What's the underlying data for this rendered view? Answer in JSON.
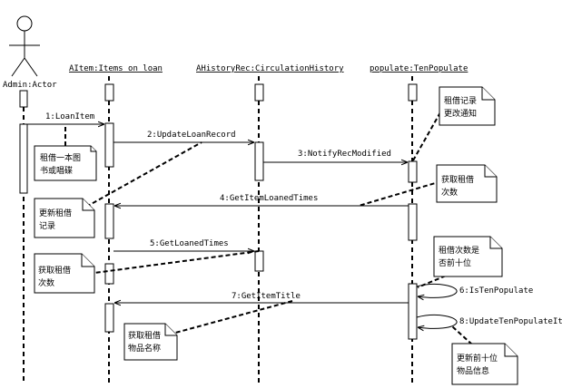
{
  "actor": {
    "label": "Admin:Actor"
  },
  "objects": [
    {
      "id": "aitem",
      "label": "AItem:Items on loan"
    },
    {
      "id": "ahistory",
      "label": "AHistoryRec:CirculationHistory"
    },
    {
      "id": "populate",
      "label": "populate:TenPopulate"
    }
  ],
  "messages": [
    {
      "id": "m1",
      "label": "1:LoanItem"
    },
    {
      "id": "m2",
      "label": "2:UpdateLoanRecord"
    },
    {
      "id": "m3",
      "label": "3:NotifyRecModified"
    },
    {
      "id": "m4",
      "label": "4:GetItemLoanedTimes"
    },
    {
      "id": "m5",
      "label": "5:GetLoanedTimes"
    },
    {
      "id": "m6",
      "label": "6:IsTenPopulate"
    },
    {
      "id": "m7",
      "label": "7:GetItemTitle"
    },
    {
      "id": "m8",
      "label": "8:UpdateTenPopulateIte"
    }
  ],
  "notes": [
    {
      "id": "n1",
      "lines": [
        "租借一本图",
        "书或唱碟"
      ]
    },
    {
      "id": "n2",
      "lines": [
        "更新租借",
        "记录"
      ]
    },
    {
      "id": "n3",
      "lines": [
        "租借记录",
        "更改通知"
      ]
    },
    {
      "id": "n4",
      "lines": [
        "获取租借",
        "次数"
      ]
    },
    {
      "id": "n5",
      "lines": [
        "获取租借",
        "次数"
      ]
    },
    {
      "id": "n6",
      "lines": [
        "租借次数是",
        "否前十位"
      ]
    },
    {
      "id": "n7",
      "lines": [
        "获取租借",
        "物品名称"
      ]
    },
    {
      "id": "n8",
      "lines": [
        "更新前十位",
        "物品信息"
      ]
    }
  ]
}
